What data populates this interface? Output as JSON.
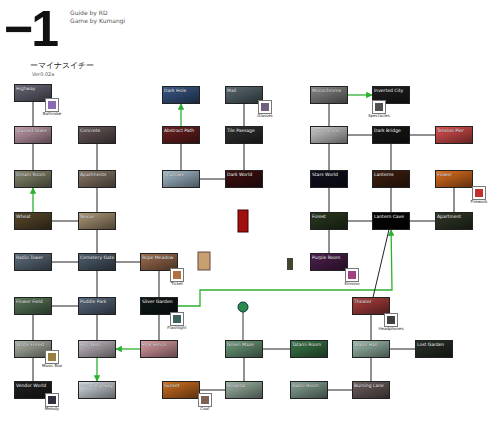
{
  "diagram": {
    "title": "−1",
    "nodes": [
      {
        "text": [
          "Highway"
        ]
      },
      {
        "text": [
          "Stained Glass"
        ]
      },
      {
        "text": [
          "Dream Room"
        ]
      },
      {
        "text": [
          "Wheat"
        ]
      },
      {
        "text": [
          "Radio Tower"
        ]
      },
      {
        "text": [
          "Flower Field"
        ]
      },
      {
        "text": [
          "White Forest"
        ]
      },
      {
        "text": [
          "Vendor World"
        ]
      },
      {
        "text": [
          "Bathrobe"
        ]
      },
      {
        "text": [
          "Music Box"
        ]
      },
      {
        "text": [
          "Melody"
        ]
      },
      {
        "text": [
          "Concrete"
        ]
      },
      {
        "text": [
          "Apartments"
        ]
      },
      {
        "text": [
          "Nexus"
        ]
      },
      {
        "text": [
          "Cemetery Gate"
        ]
      },
      {
        "text": [
          "Puddle Park"
        ]
      },
      {
        "text": [
          "Red Web"
        ]
      },
      {
        "text": [
          "Snow Highway"
        ]
      },
      {
        "text": [
          "Rope Meadow"
        ]
      },
      {
        "text": [
          "Ticket"
        ]
      },
      {
        "text": [
          "Silver Garden"
        ]
      },
      {
        "text": [
          "Flashlight"
        ]
      },
      {
        "text": [
          "Pink Fence"
        ]
      },
      {
        "text": [
          "Dark Hole"
        ]
      },
      {
        "text": [
          "Abstract Path"
        ]
      },
      {
        "text": [
          "Shallows"
        ]
      },
      {
        "text": [
          "Mall"
        ]
      },
      {
        "text": [
          "Glasses"
        ]
      },
      {
        "text": [
          "Tile Passage"
        ]
      },
      {
        "text": [
          "Dark World"
        ]
      },
      {
        "text": [
          "Sunset"
        ]
      },
      {
        "text": [
          "Coat"
        ]
      },
      {
        "text": [
          "Green Maze"
        ]
      },
      {
        "text": [
          "Hospital"
        ]
      },
      {
        "text": [
          "Tatami Room"
        ]
      },
      {
        "text": [
          "Radio Room"
        ]
      },
      {
        "text": [
          "Monochrome"
        ]
      },
      {
        "text": [
          "Inverted City"
        ]
      },
      {
        "text": [
          "Spectacles"
        ]
      },
      {
        "text": [
          "Music Score"
        ]
      },
      {
        "text": [
          "Dark Bridge"
        ]
      },
      {
        "text": [
          "Tension Pier"
        ]
      },
      {
        "text": [
          "Stars World"
        ]
      },
      {
        "text": [
          "Lanterns"
        ]
      },
      {
        "text": [
          "Flower"
        ]
      },
      {
        "text": [
          "Firework"
        ]
      },
      {
        "text": [
          "Forest"
        ]
      },
      {
        "text": [
          "Lantern Cave"
        ]
      },
      {
        "text": [
          "Apartment"
        ]
      },
      {
        "text": [
          "Purple Room"
        ]
      },
      {
        "text": [
          "Kimono"
        ]
      },
      {
        "text": [
          "Theater"
        ]
      },
      {
        "text": [
          "Headphones"
        ]
      },
      {
        "text": [
          "Water Hall"
        ]
      },
      {
        "text": [
          "Lost Garden"
        ]
      },
      {
        "text": [
          "Burning Lane"
        ]
      }
    ],
    "edges": [
      {
        "from": 0,
        "to": 1,
        "arrow": "none"
      },
      {
        "from": 1,
        "to": 2,
        "arrow": "none"
      },
      {
        "from": 3,
        "to": 2,
        "arrow": "to"
      },
      {
        "from": 3,
        "to": 13,
        "arrow": "none"
      },
      {
        "from": 4,
        "to": 14,
        "arrow": "none"
      },
      {
        "from": 11,
        "to": 12,
        "arrow": "none"
      },
      {
        "from": 12,
        "to": 13,
        "arrow": "none"
      },
      {
        "from": 13,
        "to": 14,
        "arrow": "none"
      },
      {
        "from": 14,
        "to": 15,
        "arrow": "none"
      },
      {
        "from": 15,
        "to": 16,
        "arrow": "none"
      },
      {
        "from": 16,
        "to": 17,
        "arrow": "to"
      },
      {
        "from": 5,
        "to": 15,
        "arrow": "none"
      },
      {
        "from": 5,
        "to": 6,
        "arrow": "none"
      },
      {
        "from": 6,
        "to": 7,
        "arrow": "none"
      },
      {
        "from": 14,
        "to": 18,
        "arrow": "none"
      },
      {
        "from": 18,
        "to": 20,
        "arrow": "none"
      },
      {
        "from": 20,
        "to": 22,
        "arrow": "none"
      },
      {
        "from": 22,
        "to": 16,
        "arrow": "to"
      },
      {
        "from": 20,
        "to": 47,
        "arrow": "to"
      },
      {
        "from": 24,
        "to": 23,
        "arrow": "to"
      },
      {
        "from": 24,
        "to": 25,
        "arrow": "none"
      },
      {
        "from": 25,
        "to": 29,
        "arrow": "none"
      },
      {
        "from": 26,
        "to": 28,
        "arrow": "none"
      },
      {
        "from": 28,
        "to": 29,
        "arrow": "none"
      },
      {
        "from": 32,
        "to": 33,
        "arrow": "none"
      },
      {
        "from": 33,
        "to": 30,
        "arrow": "none"
      },
      {
        "from": 32,
        "to": 34,
        "arrow": "none"
      },
      {
        "from": 35,
        "to": 55,
        "arrow": "none"
      },
      {
        "from": 36,
        "to": 37,
        "arrow": "to"
      },
      {
        "from": 36,
        "to": 39,
        "arrow": "none"
      },
      {
        "from": 39,
        "to": 40,
        "arrow": "none"
      },
      {
        "from": 40,
        "to": 41,
        "arrow": "none"
      },
      {
        "from": 39,
        "to": 42,
        "arrow": "none"
      },
      {
        "from": 42,
        "to": 46,
        "arrow": "none"
      },
      {
        "from": 40,
        "to": 43,
        "arrow": "none"
      },
      {
        "from": 43,
        "to": 47,
        "arrow": "none"
      },
      {
        "from": 46,
        "to": 47,
        "arrow": "none"
      },
      {
        "from": 47,
        "to": 48,
        "arrow": "none"
      },
      {
        "from": 44,
        "to": 48,
        "arrow": "none"
      },
      {
        "from": 46,
        "to": 49,
        "arrow": "none"
      },
      {
        "from": 51,
        "to": 53,
        "arrow": "none"
      },
      {
        "from": 53,
        "to": 54,
        "arrow": "none"
      },
      {
        "from": 53,
        "to": 55,
        "arrow": "none"
      },
      {
        "from": 47,
        "to": 51,
        "arrow": "none"
      }
    ],
    "labels": [
      "Guide by RD",
      "Game by Kumangi",
      "ーマイナスイチー",
      "Ver0.02a"
    ]
  }
}
